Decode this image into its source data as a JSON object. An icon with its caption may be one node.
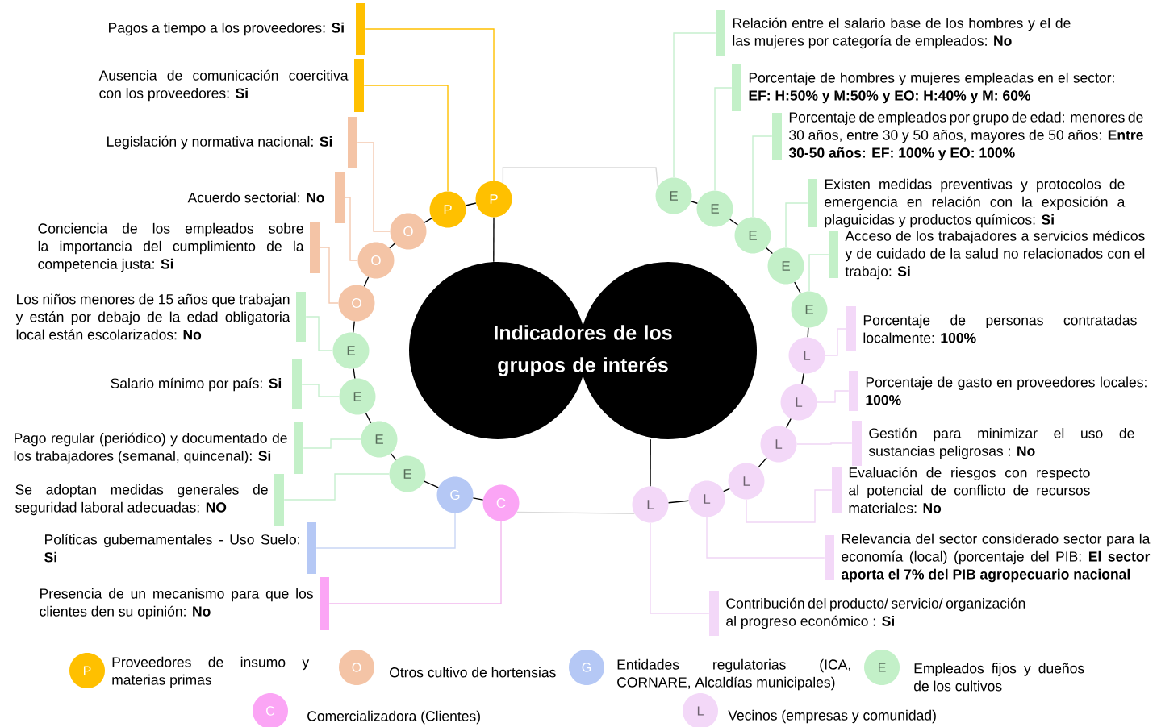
{
  "diagram": {
    "nodes": [
      {
        "text": [
          "Indicadores de los grupos de interés"
        ]
      },
      {
        "text": [
          "P"
        ]
      },
      {
        "text": [
          "P"
        ]
      },
      {
        "text": [
          "O"
        ]
      },
      {
        "text": [
          "O"
        ]
      },
      {
        "text": [
          "O"
        ]
      },
      {
        "text": [
          "E"
        ]
      },
      {
        "text": [
          "E"
        ]
      },
      {
        "text": [
          "E"
        ]
      },
      {
        "text": [
          "E"
        ]
      },
      {
        "text": [
          "G"
        ]
      },
      {
        "text": [
          "C"
        ]
      },
      {
        "text": [
          "E"
        ]
      },
      {
        "text": [
          "E"
        ]
      },
      {
        "text": [
          "E"
        ]
      },
      {
        "text": [
          "E"
        ]
      },
      {
        "text": [
          "E"
        ]
      },
      {
        "text": [
          "L"
        ]
      },
      {
        "text": [
          "L"
        ]
      },
      {
        "text": [
          "L"
        ]
      },
      {
        "text": [
          "L"
        ]
      },
      {
        "text": [
          "L"
        ]
      },
      {
        "text": [
          "L"
        ]
      },
      {
        "text": [
          "Pagos a tiempo a los proveedores: **Si**"
        ]
      },
      {
        "text": [
          "Ausencia de comunicación coercitiva con los proveedores: **Si**"
        ]
      },
      {
        "text": [
          "Legislación y normativa nacional: **Si**"
        ]
      },
      {
        "text": [
          "Acuerdo sectorial: **No**"
        ]
      },
      {
        "text": [
          "Conciencia de los empleados sobre la importancia del cumplimiento de la competencia justa: **Si**"
        ]
      },
      {
        "text": [
          "Los niños menores de 15 años que trabajan y están por debajo de la edad obligatoria local están escolarizados: **No**"
        ]
      },
      {
        "text": [
          "Salario mínimo por país: **Si**"
        ]
      },
      {
        "text": [
          "Pago regular (periódico) y documentado de los trabajadores (semanal, quincenal): **Si**"
        ]
      },
      {
        "text": [
          "Se adoptan medidas generales de seguridad laboral adecuadas: **NO**"
        ]
      },
      {
        "text": [
          "Políticas gubernamentales - Uso Suelo: **Si**"
        ]
      },
      {
        "text": [
          "Presencia de un mecanismo para que los clientes den su opinión: **No**"
        ]
      },
      {
        "text": [
          "Relación entre el salario base de los hombres y el de las mujeres por categoría de empleados: **No**"
        ]
      },
      {
        "text": [
          "Porcentaje de hombres y mujeres empleadas en el sector: **EF: H:50% y M:50% y EO: H:40% y M: 60%**"
        ]
      },
      {
        "text": [
          "Porcentaje de empleados por grupo de edad: menores de 30 años, entre 30 y 50 años, mayores de 50 años: **Entre 30-50 años: EF: 100% y EO: 100%**"
        ]
      },
      {
        "text": [
          "Existen medidas preventivas y protocolos de emergencia en relación con la exposición a plaguicidas y productos químicos: **Si**"
        ]
      },
      {
        "text": [
          "Acceso de los trabajadores a servicios médicos y de cuidado de la salud no relacionados con el trabajo: **Si**"
        ]
      },
      {
        "text": [
          "Porcentaje de personas contratadas localmente: **100%**"
        ]
      },
      {
        "text": [
          "Porcentaje de gasto en proveedores locales: **100%**"
        ]
      },
      {
        "text": [
          "Gestión para minimizar el uso de sustancias peligrosas : **No**"
        ]
      },
      {
        "text": [
          "Evaluación de riesgos con respecto al potencial de conflicto de recursos materiales: **No**"
        ]
      },
      {
        "text": [
          "Relevancia del sector considerado sector para la economía (local) (porcentaje del PIB: **El sector aporta el 7% del PIB agropecuario nacional**"
        ]
      },
      {
        "text": [
          "Contribución del producto/ servicio/ organización al progreso económico : **Si**"
        ]
      }
    ],
    "edges": [
      {
        "from": 0,
        "to": 1,
        "arrow": "none"
      },
      {
        "from": 1,
        "to": 2,
        "arrow": "none"
      },
      {
        "from": 2,
        "to": 3,
        "arrow": "none"
      },
      {
        "from": 3,
        "to": 4,
        "arrow": "none"
      },
      {
        "from": 4,
        "to": 5,
        "arrow": "none"
      },
      {
        "from": 5,
        "to": 6,
        "arrow": "none"
      },
      {
        "from": 6,
        "to": 7,
        "arrow": "none"
      },
      {
        "from": 7,
        "to": 8,
        "arrow": "none"
      },
      {
        "from": 8,
        "to": 9,
        "arrow": "none"
      },
      {
        "from": 9,
        "to": 10,
        "arrow": "none"
      },
      {
        "from": 10,
        "to": 11,
        "arrow": "none"
      },
      {
        "from": 11,
        "to": 22,
        "arrow": "none",
        "color": "#d9d9d9"
      },
      {
        "from": 0,
        "to": 22,
        "arrow": "none"
      },
      {
        "from": 1,
        "to": 12,
        "arrow": "none",
        "color": "#d9d9d9"
      },
      {
        "from": 12,
        "to": 13,
        "arrow": "none"
      },
      {
        "from": 13,
        "to": 14,
        "arrow": "none"
      },
      {
        "from": 14,
        "to": 15,
        "arrow": "none"
      },
      {
        "from": 15,
        "to": 16,
        "arrow": "none"
      },
      {
        "from": 16,
        "to": 17,
        "arrow": "none"
      },
      {
        "from": 17,
        "to": 18,
        "arrow": "none"
      },
      {
        "from": 18,
        "to": 19,
        "arrow": "none"
      },
      {
        "from": 19,
        "to": 20,
        "arrow": "none"
      },
      {
        "from": 20,
        "to": 21,
        "arrow": "none"
      },
      {
        "from": 21,
        "to": 22,
        "arrow": "none"
      },
      {
        "from": 1,
        "to": 23,
        "arrow": "none",
        "color": "#ffc000"
      },
      {
        "from": 2,
        "to": 24,
        "arrow": "none",
        "color": "#ffc000"
      },
      {
        "from": 3,
        "to": 25,
        "arrow": "none",
        "color": "#f4c9b0"
      },
      {
        "from": 4,
        "to": 26,
        "arrow": "none",
        "color": "#f4c9b0"
      },
      {
        "from": 5,
        "to": 27,
        "arrow": "none",
        "color": "#f4c9b0"
      },
      {
        "from": 6,
        "to": 28,
        "arrow": "none",
        "color": "#c6efce"
      },
      {
        "from": 7,
        "to": 29,
        "arrow": "none",
        "color": "#c6efce"
      },
      {
        "from": 8,
        "to": 30,
        "arrow": "none",
        "color": "#c6efce"
      },
      {
        "from": 9,
        "to": 31,
        "arrow": "none",
        "color": "#c6efce"
      },
      {
        "from": 10,
        "to": 32,
        "arrow": "none",
        "color": "#c9d6f5"
      },
      {
        "from": 11,
        "to": 33,
        "arrow": "none",
        "color": "#f2b8ee"
      },
      {
        "from": 12,
        "to": 34,
        "arrow": "none",
        "color": "#c6efce"
      },
      {
        "from": 13,
        "to": 35,
        "arrow": "none",
        "color": "#c6efce"
      },
      {
        "from": 14,
        "to": 36,
        "arrow": "none",
        "color": "#c6efce"
      },
      {
        "from": 15,
        "to": 37,
        "arrow": "none",
        "color": "#c6efce"
      },
      {
        "from": 16,
        "to": 38,
        "arrow": "none",
        "color": "#c6efce"
      },
      {
        "from": 17,
        "to": 39,
        "arrow": "none",
        "color": "#f0d5f5"
      },
      {
        "from": 18,
        "to": 40,
        "arrow": "none",
        "color": "#f0d5f5"
      },
      {
        "from": 19,
        "to": 41,
        "arrow": "none",
        "color": "#f0d5f5"
      },
      {
        "from": 20,
        "to": 42,
        "arrow": "none",
        "color": "#f0d5f5"
      },
      {
        "from": 21,
        "to": 43,
        "arrow": "none",
        "color": "#f0d5f5"
      },
      {
        "from": 22,
        "to": 44,
        "arrow": "none",
        "color": "#f0d5f5"
      }
    ],
    "labels": [
      "P",
      "O",
      "G",
      "E",
      "C",
      "L"
    ],
    "legend": [
      {
        "text": "Proveedores de insumo y materias primas",
        "color": "#ffc000"
      },
      {
        "text": "Otros cultivo de hortensias",
        "color": "#f4c4a6"
      },
      {
        "text": "Entidades regulatorias (ICA, CORNARE, Alcaldías municipales)",
        "color": "#b5c8f5"
      },
      {
        "text": "Empleados fijos y dueños de los cultivos",
        "color": "#c3f0c8"
      },
      {
        "text": "Comercializadora (Clientes)",
        "color": "#fba5f5"
      },
      {
        "text": "Vecinos (empresas y comunidad)",
        "color": "#f3d8f8"
      }
    ]
  }
}
